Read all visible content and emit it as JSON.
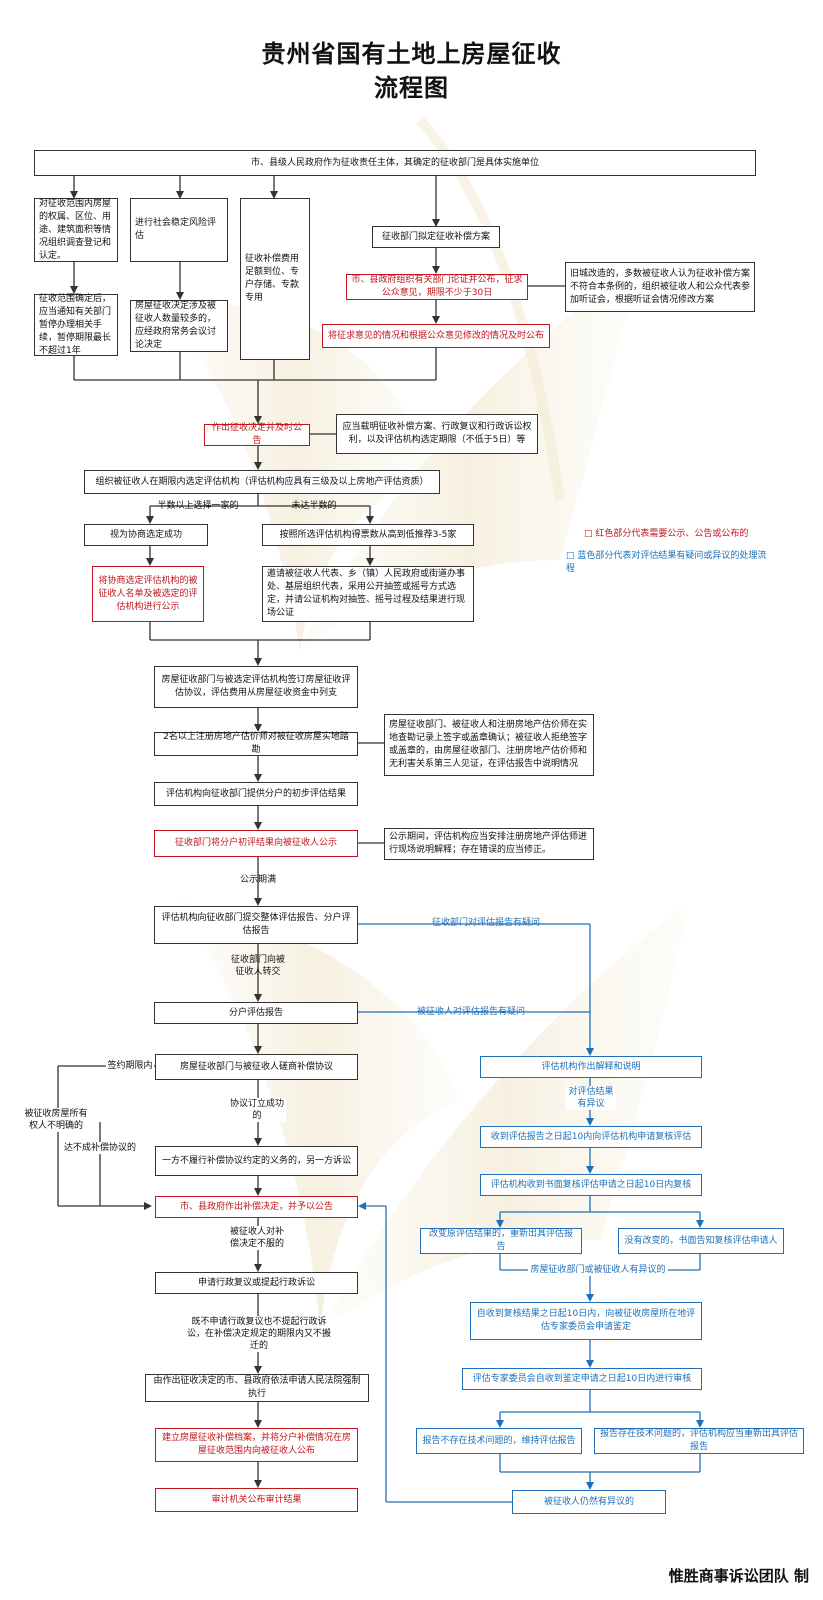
{
  "title_line1": "贵州省国有土地上房屋征收",
  "title_line2": "流程图",
  "footer": "惟胜商事诉讼团队  制",
  "legend": {
    "red": "□ 红色部分代表需要公示、公告或公布的",
    "blue": "□ 蓝色部分代表对评估结果有疑问或异议的处理流程"
  },
  "colors": {
    "red": "#c0141b",
    "blue": "#1e6fb8",
    "black": "#333333"
  },
  "nodes": {
    "top": "市、县级人民政府作为征收责任主体，其确定的征收部门是具体实施单位",
    "survey": "对征收范围内房屋的权属、区位、用途、建筑面积等情况组织调查登记和认定。",
    "suspend": "征收范围确定后，应当通知有关部门暂停办理相关手续，暂停期限最长不超过1年",
    "risk": "进行社会稳定风险评估",
    "meeting": "房屋征收决定涉及被征收人数量较多的，应经政府常务会议讨论决定",
    "fund": "征收补偿费用足额到位、专户存储、专款专用",
    "plan": "征收部门拟定征收补偿方案",
    "demo": "市、县政府组织有关部门论证并公布，征求公众意见，期限不少于30日",
    "oldtown": "旧城改造的，多数被征收人认为征收补偿方案不符合本条例的，组织被征收人和公众代表参加听证会，根据听证会情况修改方案",
    "publish_opinion": "将征求意见的情况和根据公众意见修改的情况及时公布",
    "decision": "作出征收决定并及时公告",
    "decision_note": "应当载明征收补偿方案、行政复议和行政诉讼权利，以及评估机构选定期限（不低于5日）等",
    "select": "组织被征收人在期限内选定评估机构（评估机构应具有三级及以上房地产评估资质）",
    "over_half_label": "半数以上选择一家的",
    "under_half_label": "未达半数的",
    "agreed": "视为协商选定成功",
    "vote": "按照所选评估机构得票数从高到低推荐3-5家",
    "publish_agency": "将协商选定评估机构的被征收人名单及被选定的评估机构进行公示",
    "lottery": "邀请被征收人代表、乡（镇）人民政府或街道办事处、基层组织代表，采用公开抽签或摇号方式选定，并请公证机构对抽签、摇号过程及结果进行现场公证",
    "contract": "房屋征收部门与被选定评估机构签订房屋征收评估协议，评估费用从房屋征收资金中列支",
    "site": "2名以上注册房地产估价师对被征收房屋实地踏勘",
    "site_note": "房屋征收部门、被征收人和注册房地产估价师在实地查勘记录上签字或盖章确认；被征收人拒绝签字或盖章的，由房屋征收部门、注册房地产估价师和无利害关系第三人见证，在评估报告中说明情况",
    "prelim": "评估机构向征收部门提供分户的初步评估结果",
    "prelim_publish": "征收部门将分户初评结果向被征收人公示",
    "prelim_note": "公示期间，评估机构应当安排注册房地产评估师进行现场说明解释；存在错误的应当修正。",
    "expire_label": "公示期满",
    "submit": "评估机构向征收部门提交整体评估报告、分户评估报告",
    "transfer_label": "征收部门向被征收人转交",
    "household": "分户评估报告",
    "dept_doubt_label": "征收部门对评估报告有疑问",
    "owner_doubt_label": "被征收人对评估报告有疑问",
    "negotiate": "房屋征收部门与被征收人磋商补偿协议",
    "sign_period_label": "签约期限内",
    "unclear_label": "被征收房屋所有权人不明确的",
    "no_deal_label": "达不成补偿协议的",
    "deal_label": "协议订立成功的",
    "breach": "一方不履行补偿协议约定的义务的，另一方诉讼",
    "gov_decision": "市、县政府作出补偿决定，并予以公告",
    "dissatisfied_label": "被征收人对补偿决定不服的",
    "appeal": "申请行政复议或提起行政诉讼",
    "no_appeal_label": "既不申请行政复议也不提起行政诉讼，在补偿决定规定的期限内又不搬迁的",
    "enforce": "由作出征收决定的市、县政府依法申请人民法院强制执行",
    "archive": "建立房屋征收补偿档案，并将分户补偿情况在房屋征收范围内向被征收人公布",
    "audit": "审计机关公布审计结果",
    "explain": "评估机构作出解释和说明",
    "objection_label": "对评估结果有异议",
    "recheck_apply": "收到评估报告之日起10内向评估机构申请复核评估",
    "recheck": "评估机构收到书面复核评估申请之日起10日内复核",
    "changed": "改变原评估结果的，重新出具评估报告",
    "unchanged": "没有改变的，书面告知复核评估申请人",
    "still_objection_label": "房屋征收部门或被征收人有异议的",
    "expert_apply": "自收到复核结果之日起10日内，向被征收房屋所在地评估专家委员会申请鉴定",
    "expert_review": "评估专家委员会自收到鉴定申请之日起10日内进行审核",
    "no_issue": "报告不存在技术问题的，维持评估报告",
    "has_issue": "报告存在技术问题的，评估机构应当重新出具评估报告",
    "still_objects": "被征收人仍然有异议的"
  }
}
